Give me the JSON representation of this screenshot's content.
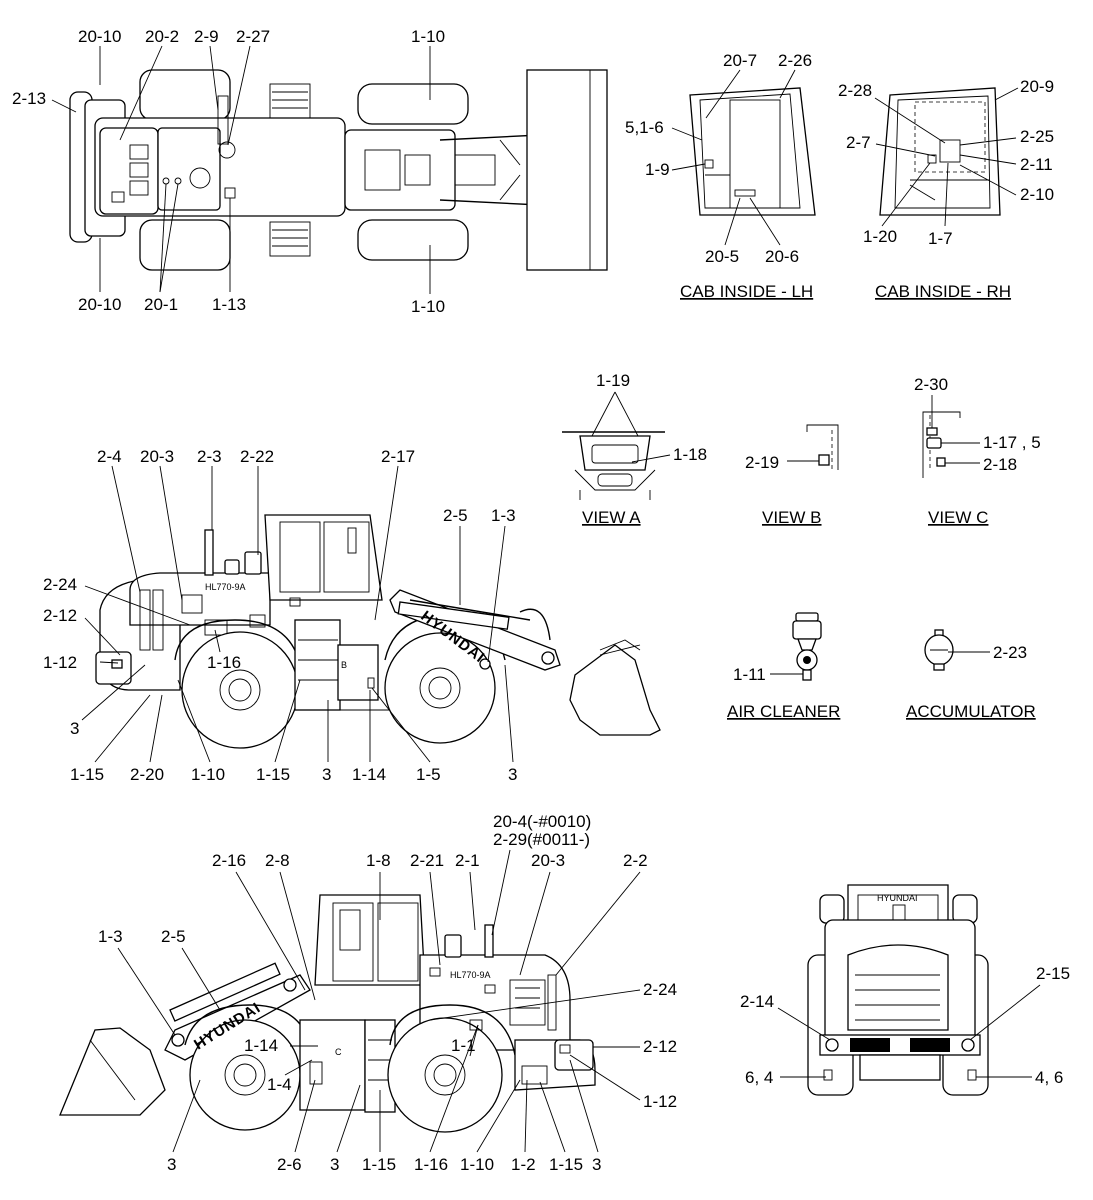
{
  "top_view": {
    "labels": [
      "20-10",
      "20-2",
      "2-9",
      "2-27",
      "1-10",
      "2-13",
      "20-10",
      "20-1",
      "1-13",
      "1-10"
    ]
  },
  "cab_lh": {
    "title": "CAB INSIDE - LH",
    "labels": [
      "20-7",
      "2-26",
      "5,1-6",
      "1-9",
      "20-5",
      "20-6"
    ]
  },
  "cab_rh": {
    "title": "CAB INSIDE - RH",
    "labels": [
      "2-28",
      "20-9",
      "2-7",
      "2-25",
      "2-11",
      "2-10",
      "1-20",
      "1-7"
    ]
  },
  "view_a": {
    "title": "VIEW A",
    "labels": [
      "1-19",
      "1-18"
    ]
  },
  "view_b": {
    "title": "VIEW B",
    "labels": [
      "2-19"
    ]
  },
  "view_c": {
    "title": "VIEW C",
    "labels": [
      "2-30",
      "1-17 , 5",
      "2-18"
    ]
  },
  "air_cleaner": {
    "title": "AIR CLEANER",
    "labels": [
      "1-11"
    ]
  },
  "accumulator": {
    "title": "ACCUMULATOR",
    "labels": [
      "2-23"
    ]
  },
  "left_side": {
    "logo": "HYUNDAI",
    "model": "HL770-9A",
    "labels": [
      "2-4",
      "20-3",
      "2-3",
      "2-22",
      "2-17",
      "2-5",
      "1-3",
      "2-24",
      "2-12",
      "1-12",
      "1-16",
      "3",
      "1-15",
      "2-20",
      "1-10",
      "1-15",
      "3",
      "1-14",
      "1-5",
      "3"
    ]
  },
  "right_side": {
    "logo": "HYUNDAI",
    "model": "HL770-9A",
    "labels": [
      "20-4(-#0010)",
      "2-29(#0011-)",
      "2-16",
      "2-8",
      "1-8",
      "2-21",
      "2-1",
      "20-3",
      "2-2",
      "1-3",
      "2-5",
      "2-24",
      "1-14",
      "1-1",
      "2-12",
      "1-4",
      "1-12",
      "3",
      "2-6",
      "3",
      "1-15",
      "1-16",
      "1-10",
      "1-2",
      "1-15",
      "3"
    ]
  },
  "rear_view": {
    "logo": "HYUNDAI",
    "labels": [
      "2-14",
      "2-15",
      "6, 4",
      "4, 6"
    ]
  }
}
